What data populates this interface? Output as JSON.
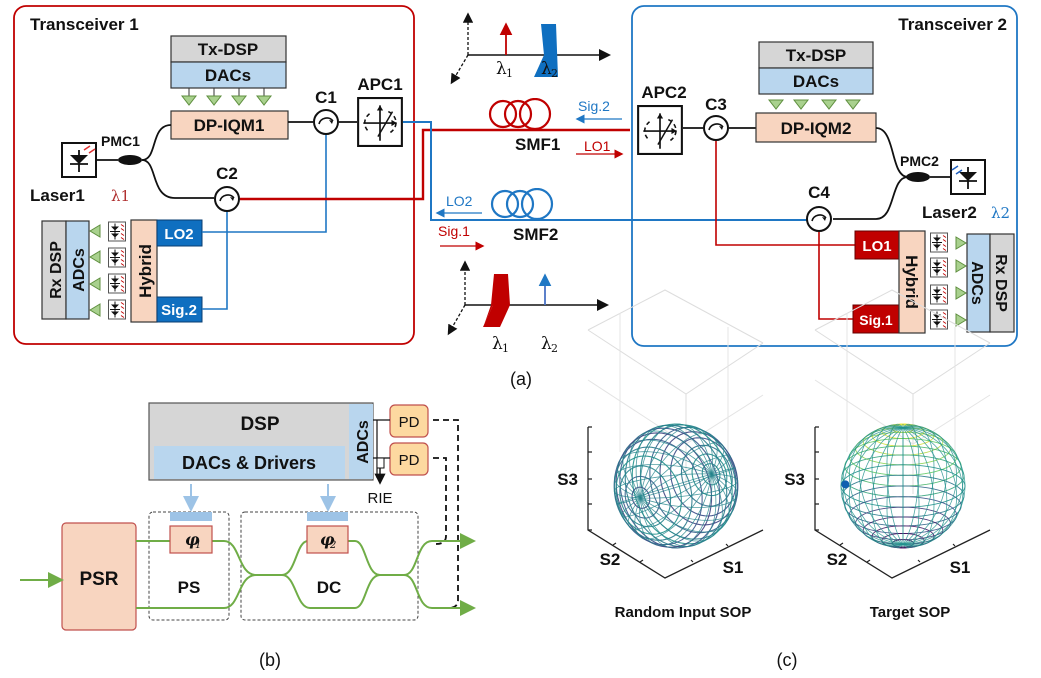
{
  "panel_a": {
    "caption": "(a)",
    "transceiver1": {
      "title": "Transceiver 1",
      "tx_dsp": "Tx-DSP",
      "dacs": "DACs",
      "modulator": "DP-IQM1",
      "coupler": "PMC1",
      "laser": "Laser1",
      "laser_wavelength": "λ1",
      "circ1": "C1",
      "circ2": "C2",
      "apc": "APC1",
      "rx_dsp": "Rx DSP",
      "adcs": "ADCs",
      "hybrid": "Hybrid",
      "lo_port": "LO2",
      "sig_port": "Sig.2"
    },
    "transceiver2": {
      "title": "Transceiver 2",
      "tx_dsp": "Tx-DSP",
      "dacs": "DACs",
      "modulator": "DP-IQM2",
      "coupler": "PMC2",
      "laser": "Laser2",
      "laser_wavelength": "λ2",
      "circ3": "C3",
      "circ4": "C4",
      "apc": "APC2",
      "rx_dsp": "Rx DSP",
      "adcs": "ADCs",
      "hybrid": "Hybrid",
      "lo_port": "LO1",
      "sig_port": "Sig.1"
    },
    "link": {
      "smf1": "SMF1",
      "smf2": "SMF2",
      "smf1_left_label": "Sig.2",
      "smf1_right_label": "LO1",
      "smf2_left_label": "LO2",
      "smf2_right_label": "Sig.1"
    },
    "spectrum_top": {
      "lambda1": "λ",
      "lambda1_sub": "1",
      "lambda2": "λ",
      "lambda2_sub": "2"
    },
    "spectrum_bottom": {
      "lambda1": "λ",
      "lambda1_sub": "1",
      "lambda2": "λ",
      "lambda2_sub": "2"
    }
  },
  "panel_b": {
    "caption": "(b)",
    "dsp": "DSP",
    "dacs_drivers": "DACs & Drivers",
    "adcs": "ADCs",
    "pd1": "PD",
    "pd2": "PD",
    "rie": "RIE",
    "psr": "PSR",
    "phi1": "φ",
    "phi1_sub": "1",
    "phi2": "φ",
    "phi2_sub": "2",
    "ps": "PS",
    "dc": "DC"
  },
  "panel_c": {
    "caption": "(c)",
    "plots": [
      {
        "title": "Random Input SOP",
        "xlabel": "S1",
        "ylabel": "S2",
        "zlabel": "S3"
      },
      {
        "title": "Target SOP",
        "xlabel": "S1",
        "ylabel": "S2",
        "zlabel": "S3"
      }
    ]
  },
  "colors": {
    "red": "#c00000",
    "blue": "#1f77c4",
    "dark_red_box": "#c00000",
    "dark_blue_box": "#0f6fc0",
    "orange_box": "#f8d5c0",
    "light_blue_box": "#b9d6ee",
    "gray_box": "#d6d6d6",
    "green": "#70ad47",
    "pd_box": "#fdd9a0"
  }
}
